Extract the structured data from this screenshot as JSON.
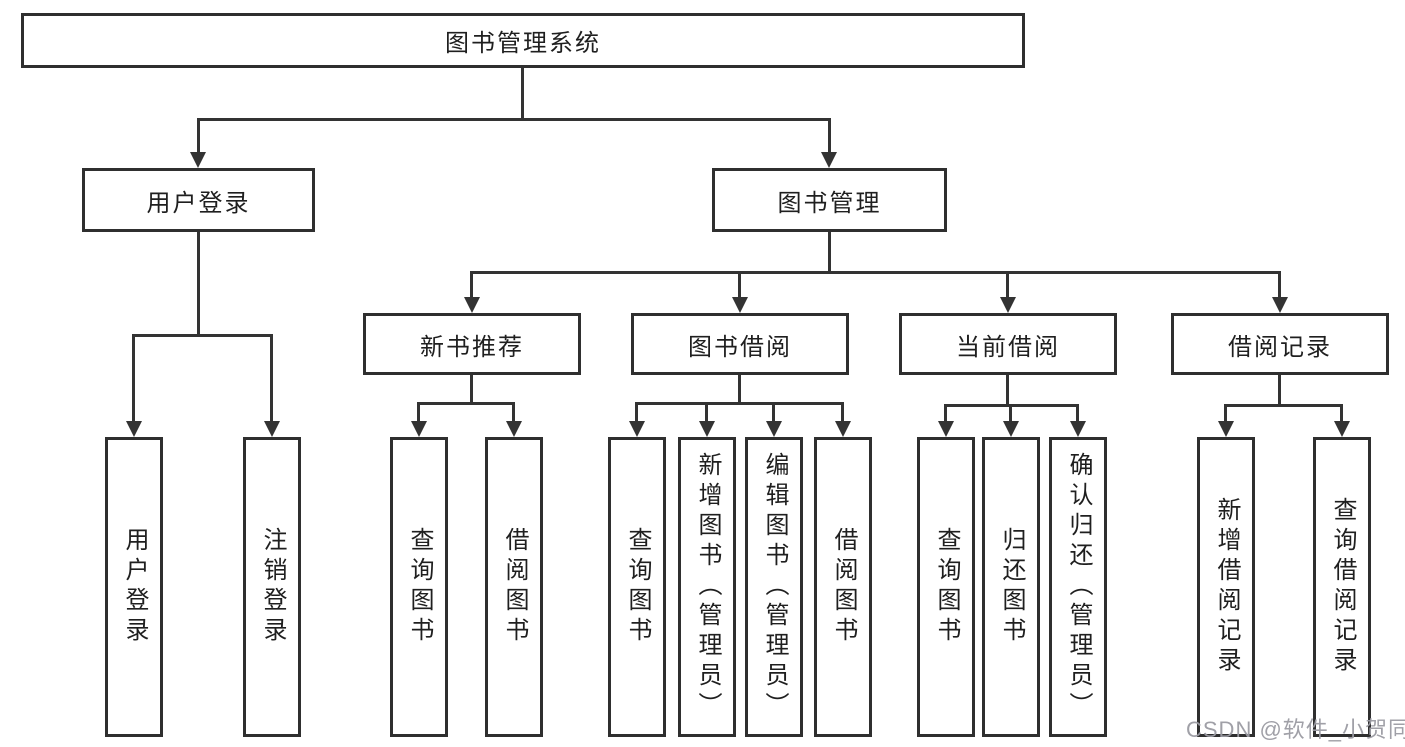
{
  "tree": {
    "root": "图书管理系统",
    "user_login": {
      "label": "用户登录",
      "children": [
        "用户登录",
        "注销登录"
      ]
    },
    "book_management": {
      "label": "图书管理",
      "sections": {
        "new_book_recommend": {
          "label": "新书推荐",
          "children": [
            "查询图书",
            "借阅图书"
          ]
        },
        "book_borrow": {
          "label": "图书借阅",
          "children": [
            "查询图书",
            "新增图书（管理员）",
            "编辑图书（管理员）",
            "借阅图书"
          ]
        },
        "current_borrow": {
          "label": "当前借阅",
          "children": [
            "查询图书",
            "归还图书",
            "确认归还（管理员）"
          ]
        },
        "borrow_records": {
          "label": "借阅记录",
          "children": [
            "新增借阅记录",
            "查询借阅记录"
          ]
        }
      }
    }
  },
  "watermark": {
    "text": "CSDN @软件_小贺同学"
  },
  "colors": {
    "line": "#333333",
    "box_border": "#2f2f2f",
    "text": "#1f1f1f",
    "background": "#ffffff",
    "watermark": "#9b9ba3"
  }
}
